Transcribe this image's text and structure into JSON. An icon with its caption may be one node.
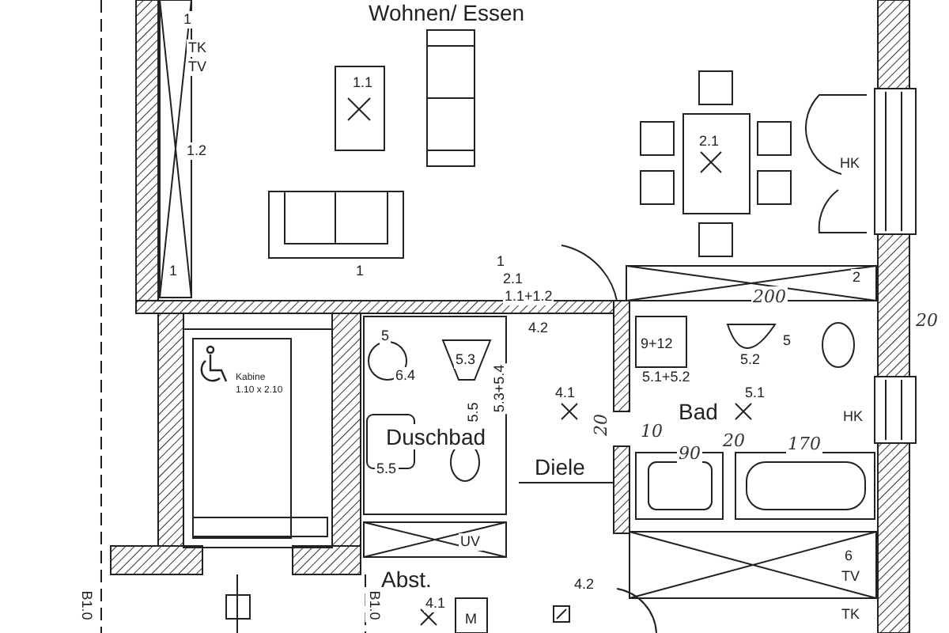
{
  "diagram": {
    "labels": [
      "Wohnen/ Essen",
      "1",
      "TK",
      "TV",
      "1.2",
      "1.1",
      "1",
      "2.1",
      "HK",
      "1",
      "1",
      "2.1",
      "1.1+1.2",
      "2",
      "200",
      "20",
      "4.2",
      "9+12",
      "5",
      "5.3",
      "6.4",
      "5",
      "5.2",
      "5.1+5.2",
      "5.3+5.4",
      "5.5",
      "4.1",
      "5.1",
      "Bad",
      "HK",
      "20",
      "10",
      "90",
      "20",
      "170",
      "Kabine",
      "1.10 x 2.10",
      "Duschbad",
      "5.5",
      "Diele",
      "UV",
      "Abst.",
      "4.1",
      "B1.0",
      "B1.0",
      "4.2",
      "6",
      "TV",
      "TK",
      "M"
    ]
  }
}
